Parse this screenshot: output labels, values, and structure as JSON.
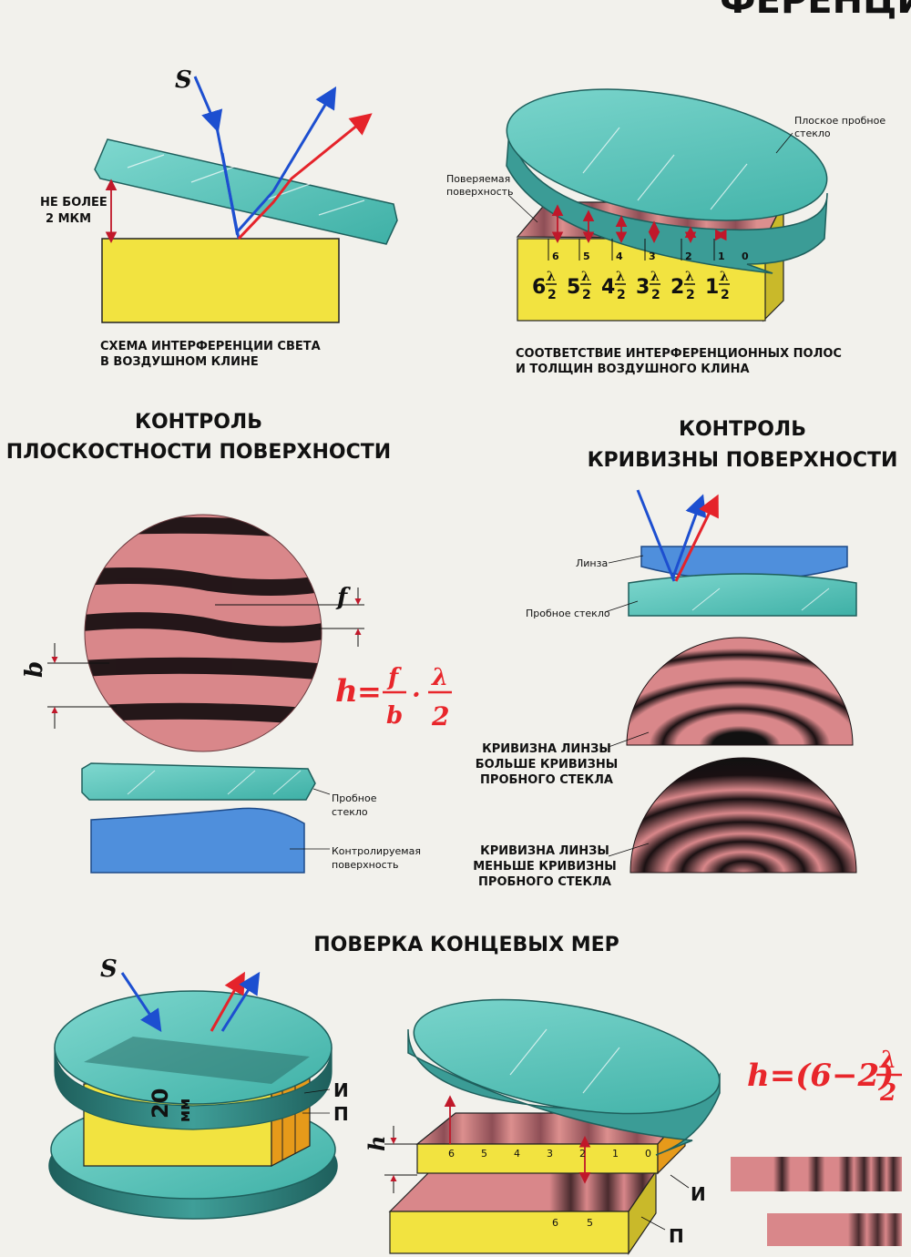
{
  "top_partial_title": "ФЕРЕНЦИ",
  "panel1": {
    "s_label": "S",
    "gap_label_1": "НЕ БОЛЕЕ",
    "gap_label_2": "2 МКМ",
    "caption_1": "СХЕМА ИНТЕРФЕРЕНЦИИ СВЕТА",
    "caption_2": "В ВОЗДУШНОМ КЛИНЕ"
  },
  "panel2": {
    "flat_glass_1": "Плоское пробное",
    "flat_glass_2": "стекло",
    "tested_surface_1": "Поверяемая",
    "tested_surface_2": "поверхность",
    "fringe_numbers": [
      "6",
      "5",
      "4",
      "3",
      "2",
      "1",
      "0"
    ],
    "thickness_coeffs": [
      "6",
      "5",
      "4",
      "3",
      "2",
      "1"
    ],
    "lambda": "λ",
    "two": "2",
    "caption_1": "СООТВЕТСТВИЕ ИНТЕРФЕРЕНЦИОННЫХ ПОЛОС",
    "caption_2": "И ТОЛЩИН ВОЗДУШНОГО КЛИНА"
  },
  "flatness": {
    "title_1": "КОНТРОЛЬ",
    "title_2": "ПЛОСКОСТНОСТИ ПОВЕРХНОСТИ",
    "f_label": "f",
    "b_label": "b",
    "formula_h": "h",
    "formula_eq": "=",
    "formula_f": "f",
    "formula_b": "b",
    "formula_dot": "·",
    "formula_lambda": "λ",
    "formula_two": "2",
    "test_glass_1": "Пробное",
    "test_glass_2": "стекло",
    "controlled_1": "Контролируемая",
    "controlled_2": "поверхность"
  },
  "curvature": {
    "title_1": "КОНТРОЛЬ",
    "title_2": "КРИВИЗНЫ ПОВЕРХНОСТИ",
    "lens_label": "Линза",
    "test_glass_label": "Пробное стекло",
    "greater_1": "КРИВИЗНА ЛИНЗЫ",
    "greater_2": "БОЛЬШЕ КРИВИЗНЫ",
    "greater_3": "ПРОБНОГО СТЕКЛА",
    "less_1": "КРИВИЗНА ЛИНЗЫ",
    "less_2": "МЕНЬШЕ КРИВИЗНЫ",
    "less_3": "ПРОБНОГО СТЕКЛА"
  },
  "gauge": {
    "title": "ПОВЕРКА КОНЦЕВЫХ МЕР",
    "s_label": "S",
    "block_size": "20",
    "block_unit": "мм",
    "label_i": "И",
    "label_p": "П",
    "h_label": "h",
    "upper_fringe_numbers": [
      "6",
      "5",
      "4",
      "3",
      "2",
      "1",
      "0"
    ],
    "lower_fringe_numbers": [
      "6",
      "5"
    ],
    "formula": "h=(6−2)",
    "formula_lambda": "λ",
    "formula_two": "2"
  },
  "colors": {
    "glass": "#5fc7bd",
    "block_yellow": "#f2e340",
    "fringe_pink": "#d9878a",
    "blue_ray": "#1d4fd0",
    "red_ray": "#e5232a",
    "formula_red": "#e8262b",
    "controlled_blue": "#4f8fdc"
  }
}
